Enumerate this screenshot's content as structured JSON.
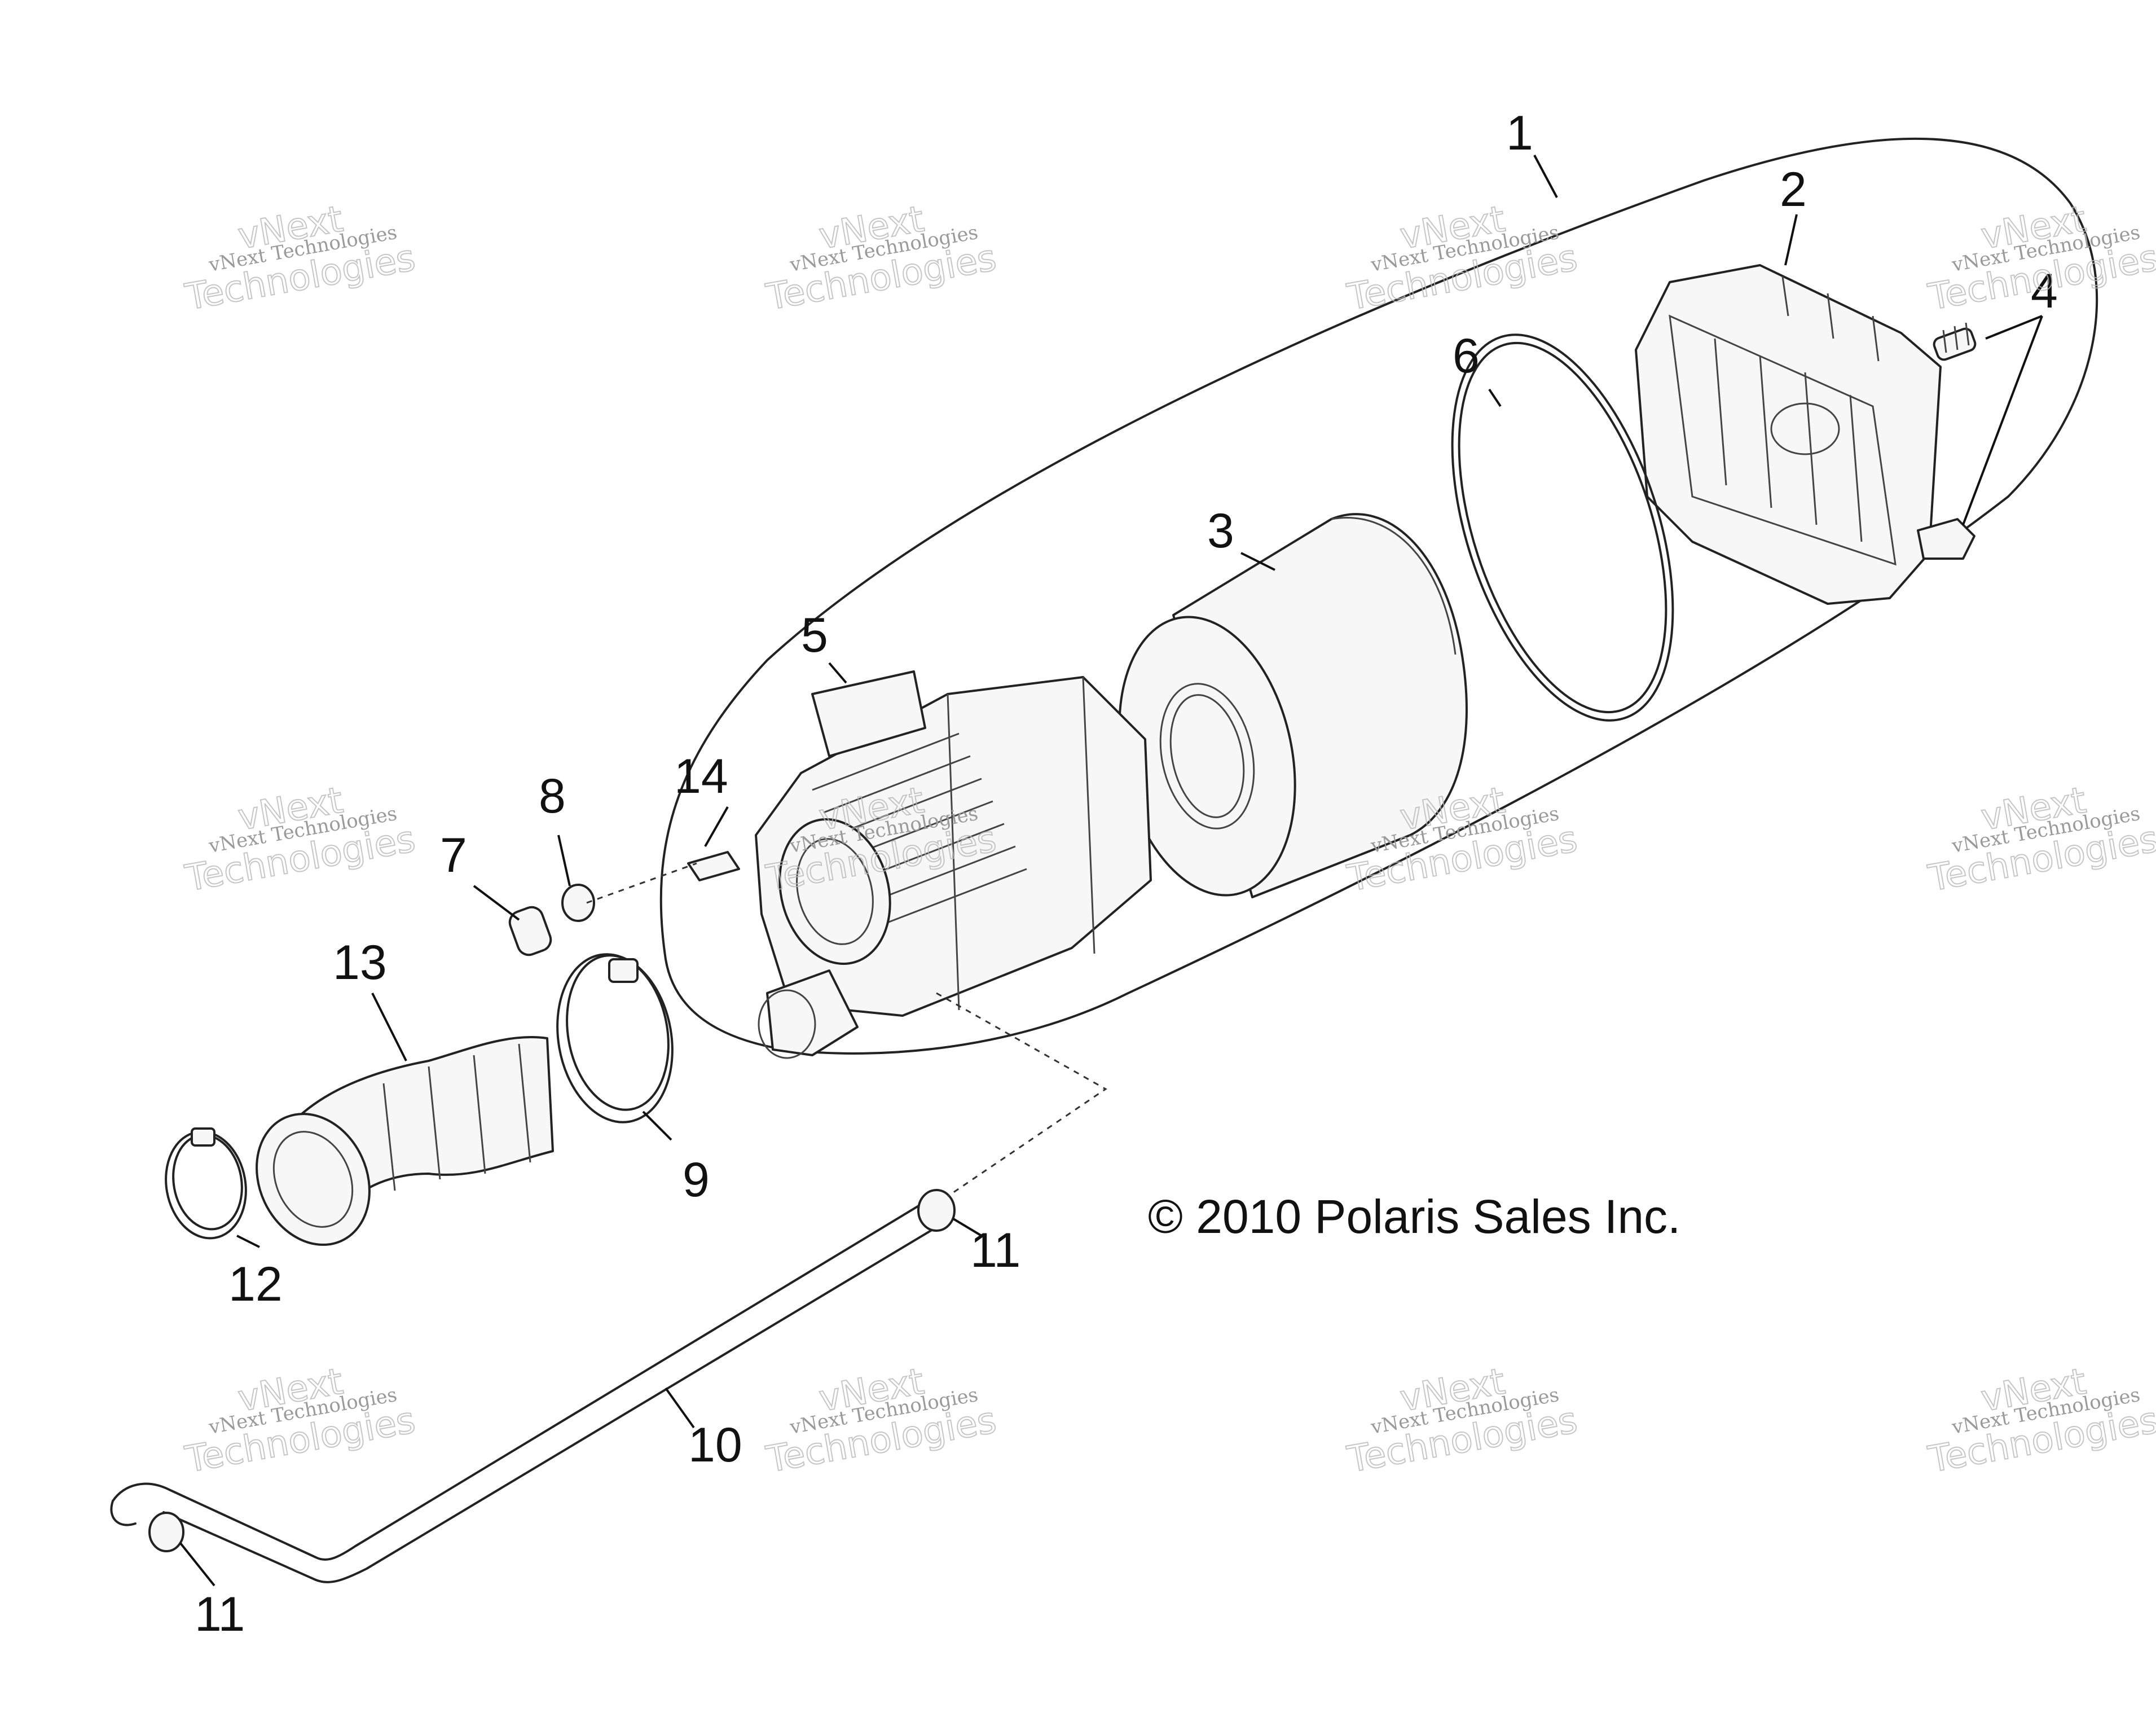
{
  "copyright": "© 2010 Polaris Sales Inc.",
  "watermark": {
    "line1": "vNext Technologies",
    "line2": "vNext",
    "line3": "Technologies"
  },
  "callouts": {
    "c1": "1",
    "c2": "2",
    "c3": "3",
    "c4": "4",
    "c5": "5",
    "c6": "6",
    "c7": "7",
    "c8": "8",
    "c9": "9",
    "c10": "10",
    "c11a": "11",
    "c11b": "11",
    "c12": "12",
    "c13": "13",
    "c14": "14"
  },
  "colors": {
    "line": "#222222",
    "watermark": "#b8b8b8",
    "background": "#ffffff"
  }
}
